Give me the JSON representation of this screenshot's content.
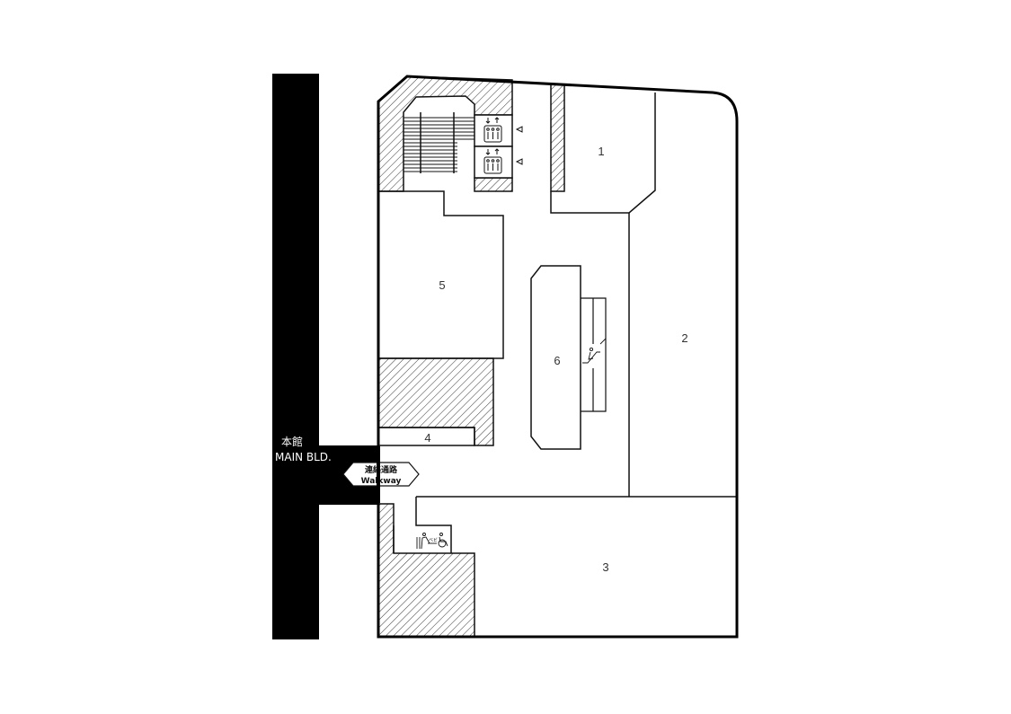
{
  "map": {
    "colors": {
      "wall": "#111111",
      "main_building": "#000000",
      "hatch": "#333333",
      "background": "#ffffff",
      "label": "#333333"
    },
    "main_building": {
      "label_jp": "本館",
      "label_en": "MAIN BLD."
    },
    "walkway": {
      "label_jp": "連絡通路",
      "label_en": "Walkway"
    },
    "rooms": [
      {
        "id": "1",
        "label": "1"
      },
      {
        "id": "2",
        "label": "2"
      },
      {
        "id": "3",
        "label": "3"
      },
      {
        "id": "4",
        "label": "4"
      },
      {
        "id": "5",
        "label": "5"
      },
      {
        "id": "6",
        "label": "6"
      }
    ],
    "icons": {
      "stairs": "stairs-icon",
      "elevator_1": "elevator-icon",
      "elevator_2": "elevator-icon",
      "escalator": "escalator-icon",
      "restroom": "restroom-icon",
      "accessible_toilet": "wheelchair-icon"
    }
  }
}
